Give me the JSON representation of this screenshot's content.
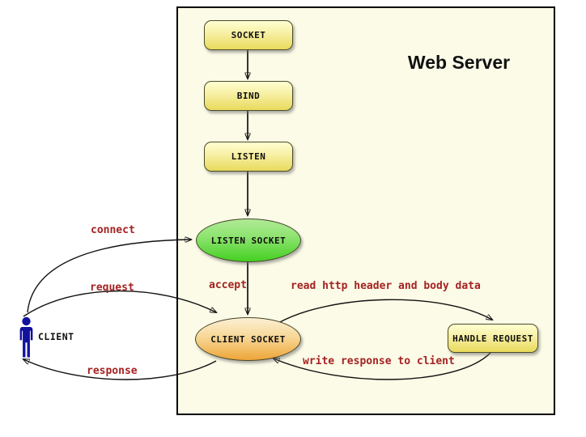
{
  "diagram": {
    "title": "Web Server",
    "client": {
      "label": "CLIENT",
      "icon": "person-icon"
    },
    "nodes": {
      "socket": "SOCKET",
      "bind": "BIND",
      "listen": "LISTEN",
      "listen_socket": "LISTEN SOCKET",
      "client_socket": "CLIENT SOCKET",
      "handle_request": "HANDLE REQUEST"
    },
    "edges": {
      "connect": "connect",
      "request": "request",
      "response": "response",
      "accept": "accept",
      "read": "read http header and body data",
      "write": "write response to client"
    },
    "colors": {
      "page_background": "#ffffff",
      "server_box_fill": "#fbfbe7",
      "server_box_border": "#000000",
      "step_gradient_top": "#ffffd2",
      "step_gradient_bottom": "#e8da5c",
      "listen_socket_gradient_top": "#b0ea96",
      "listen_socket_gradient_bottom": "#44d021",
      "client_socket_gradient_top": "#fdf0d4",
      "client_socket_gradient_bottom": "#eda538",
      "edge_label_text": "#a52222",
      "node_text": "#101010",
      "arrow_stroke": "#111111",
      "client_icon_fill": "#11119e"
    }
  }
}
